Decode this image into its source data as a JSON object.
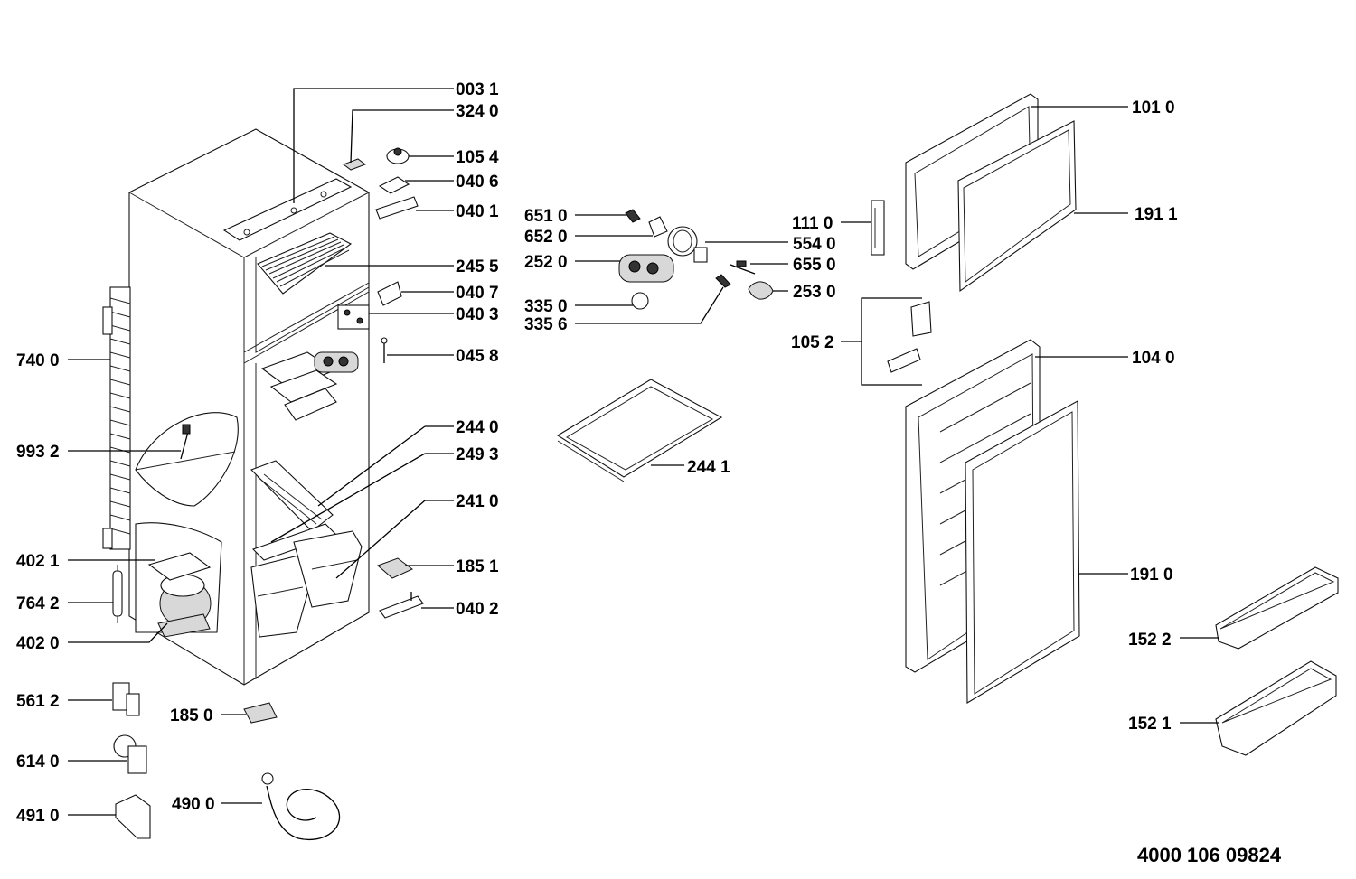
{
  "drawing_number": "4000 106 09824",
  "labels": {
    "l0031": "003 1",
    "l3240": "324 0",
    "l1054": "105 4",
    "l0406": "040 6",
    "l0401": "040 1",
    "l2455": "245 5",
    "l0407": "040 7",
    "l0403": "040 3",
    "l0458": "045 8",
    "l2440": "244 0",
    "l2493": "249 3",
    "l2410": "241 0",
    "l1851": "185 1",
    "l0402": "040 2",
    "l7400": "740 0",
    "l9932": "993 2",
    "l4021": "402 1",
    "l7642": "764 2",
    "l4020": "402 0",
    "l5612": "561 2",
    "l1850": "185 0",
    "l6140": "614 0",
    "l4910": "491 0",
    "l4900": "490 0",
    "l6510": "651 0",
    "l6520": "652 0",
    "l2520": "252 0",
    "l3350": "335 0",
    "l3356": "335 6",
    "l5540": "554 0",
    "l6550": "655 0",
    "l2530": "253 0",
    "l1110": "111 0",
    "l2441": "244 1",
    "l1052": "105 2",
    "l1010": "101 0",
    "l1911": "191 1",
    "l1040": "104 0",
    "l1910": "191 0",
    "l1522": "152 2",
    "l1521": "152 1"
  }
}
